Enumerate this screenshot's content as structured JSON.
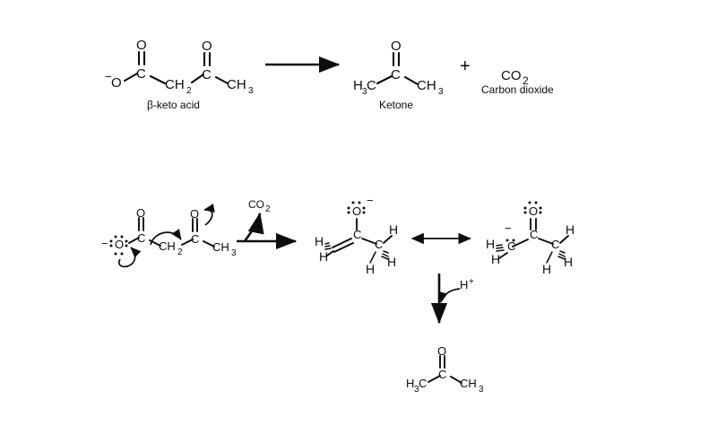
{
  "diagram": {
    "title": "Decarboxylation of a beta-keto acid mechanism",
    "overall_reaction": {
      "reactant": {
        "name": "beta-keto-acid",
        "caption": "β-keto acid",
        "charge": "−",
        "atoms": {
          "o_anion": "O",
          "carboxyl_c": "C",
          "carbonyl_o_left": "O",
          "ch2": "CH",
          "ch2_sub": "2",
          "keto_c": "C",
          "carbonyl_o_right": "O",
          "ch3": "CH",
          "ch3_sub": "3"
        }
      },
      "arrow": "reaction-arrow-right",
      "products": {
        "ketone": {
          "caption": "Ketone",
          "atoms": {
            "h3c": "H",
            "h3c_sub": "3",
            "h3c_c": "C",
            "center_c": "C",
            "carbonyl_o": "O",
            "ch3": "CH",
            "ch3_sub": "3"
          }
        },
        "plus": "+",
        "carbon_dioxide": {
          "formula_main": "CO",
          "formula_sub": "2",
          "caption": "Carbon dioxide"
        }
      }
    },
    "mechanism": {
      "step1_reactant": {
        "name": "beta-keto-acid-carboxylate",
        "charge": "−",
        "atoms": {
          "o_anion": "O",
          "carboxyl_c": "C",
          "carbonyl_o_left": "O",
          "ch2": "CH",
          "ch2_sub": "2",
          "keto_c": "C",
          "carbonyl_o_right": "O",
          "ch3": "CH",
          "ch3_sub": "3"
        },
        "curly_arrows": 4
      },
      "step1_arrow": {
        "type": "reaction-arrow-right",
        "leaving_group_main": "CO",
        "leaving_group_sub": "2"
      },
      "enol_intermediate": {
        "name": "enolate-oxygen-anion",
        "charge": "−",
        "atoms": {
          "o": "O",
          "c_sp2": "C",
          "c_sp3": "C",
          "h_left_upper": "H",
          "h_left_lower": "H",
          "h_right_upper": "H",
          "h_right_lower": "H",
          "h_right_bottom": "H"
        }
      },
      "resonance_arrow": "double-headed-resonance-arrow",
      "carbanion_resonance": {
        "name": "carbanion-resonance-form",
        "charge": "−",
        "atoms": {
          "o": "O",
          "c_carbonyl": "C",
          "c_anion": "C",
          "c_sp3": "C",
          "h_left_upper": "H",
          "h_left_lower": "H",
          "h_right_upper": "H",
          "h_right_lower": "H",
          "h_right_bottom": "H"
        }
      },
      "protonation": {
        "arrow": "downward-reaction-arrow",
        "reagent_main": "H",
        "reagent_sup": "+"
      },
      "final_product": {
        "name": "acetone",
        "atoms": {
          "h3c": "H",
          "h3c_sub": "3",
          "h3c_c": "C",
          "center_c": "C",
          "carbonyl_o": "O",
          "ch3": "CH",
          "ch3_sub": "3"
        }
      }
    },
    "colors": {
      "ink": "#0d0d0d",
      "background": "#ffffff"
    }
  }
}
